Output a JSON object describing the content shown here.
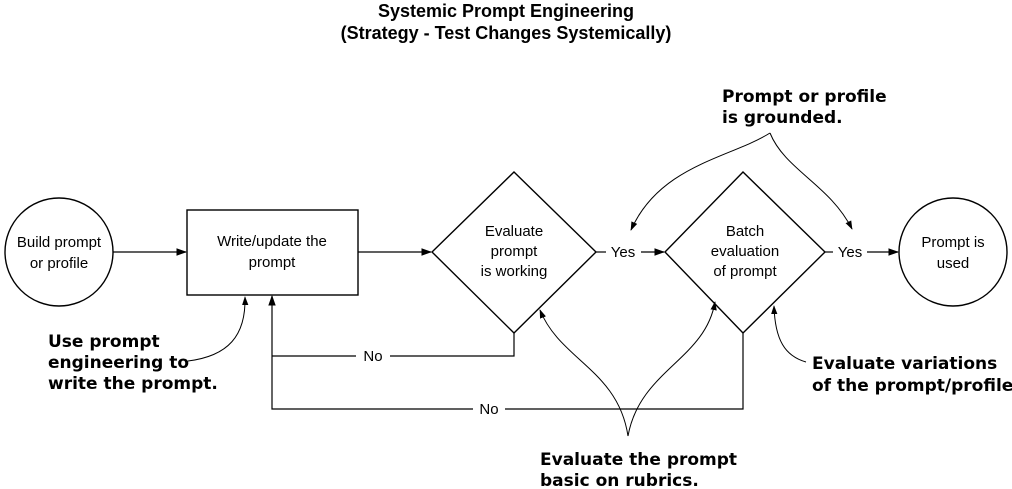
{
  "title": {
    "line1": "Systemic Prompt Engineering",
    "line2": "(Strategy - Test Changes Systemically)"
  },
  "nodes": {
    "start": {
      "line1": "Build prompt",
      "line2": "or profile"
    },
    "write": {
      "line1": "Write/update the",
      "line2": "prompt"
    },
    "evaluate": {
      "line1": "Evaluate",
      "line2": "prompt",
      "line3": "is working"
    },
    "batch": {
      "line1": "Batch",
      "line2": "evaluation",
      "line3": "of prompt"
    },
    "end": {
      "line1": "Prompt is",
      "line2": "used"
    }
  },
  "edges": {
    "yes1": "Yes",
    "yes2": "Yes",
    "no1": "No",
    "no2": "No"
  },
  "callouts": {
    "use_prompt": {
      "line1": "Use prompt",
      "line2": "engineering to",
      "line3": "write the prompt."
    },
    "grounded": {
      "line1": "Prompt or profile",
      "line2": "is grounded."
    },
    "variations": {
      "line1": "Evaluate variations",
      "line2": "of the prompt/profile."
    },
    "rubrics": {
      "line1": "Evaluate the prompt",
      "line2": "basic on rubrics."
    }
  }
}
